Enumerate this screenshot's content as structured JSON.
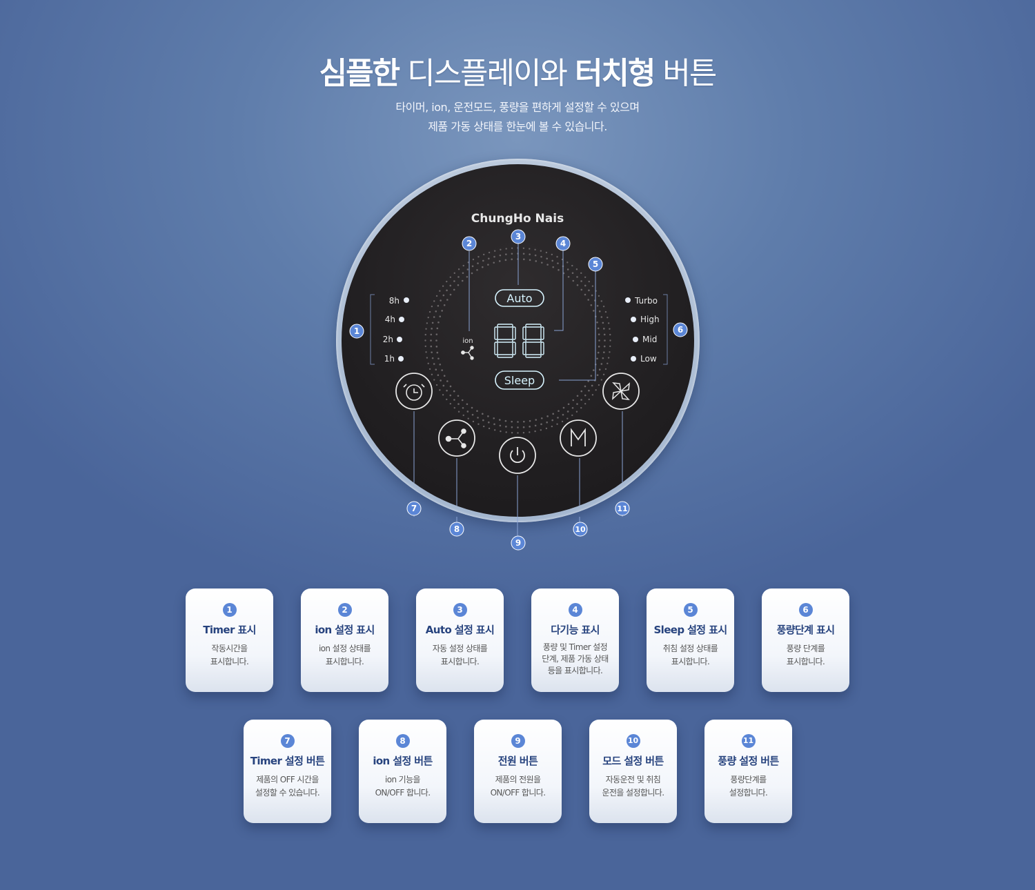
{
  "header": {
    "title_part1": "심플한",
    "title_part2": " 디스플레이와 ",
    "title_part3": "터치형",
    "title_part4": " 버튼",
    "subtitle_line1": "타이머, ion, 운전모드, 풍량을 편하게 설정할 수 있으며",
    "subtitle_line2": "제품 가동 상태를 한눈에 볼 수 있습니다."
  },
  "panel": {
    "brand": "ChungHo Nais",
    "timer_labels": [
      "8h",
      "4h",
      "2h",
      "1h"
    ],
    "fan_labels": [
      "Turbo",
      "High",
      "Mid",
      "Low"
    ],
    "ion_label": "ion",
    "auto_label": "Auto",
    "sleep_label": "Sleep",
    "display_digits": "88",
    "markers": [
      "1",
      "2",
      "3",
      "4",
      "5",
      "6",
      "7",
      "8",
      "9",
      "10",
      "11"
    ]
  },
  "colors": {
    "accent_blue": "#5b86d6",
    "title_blue": "#27437e",
    "led_cyan": "#d7f4ff"
  },
  "cards": [
    {
      "num": "1",
      "title": "Timer 표시",
      "desc1": "작동시간을",
      "desc2": "표시합니다.",
      "desc3": ""
    },
    {
      "num": "2",
      "title": "ion 설정 표시",
      "desc1": "ion 설정 상태를",
      "desc2": "표시합니다.",
      "desc3": ""
    },
    {
      "num": "3",
      "title": "Auto 설정 표시",
      "desc1": "자동 설정 상태를",
      "desc2": "표시합니다.",
      "desc3": ""
    },
    {
      "num": "4",
      "title": "다기능 표시",
      "desc1": "풍량 및 Timer 설정",
      "desc2": "단계, 제품 가동 상태",
      "desc3": "등을 표시합니다."
    },
    {
      "num": "5",
      "title": "Sleep 설정 표시",
      "desc1": "취침 설정 상태를",
      "desc2": "표시합니다.",
      "desc3": ""
    },
    {
      "num": "6",
      "title": "풍량단계 표시",
      "desc1": "풍량 단계를",
      "desc2": "표시합니다.",
      "desc3": ""
    },
    {
      "num": "7",
      "title": "Timer 설정 버튼",
      "desc1": "제품의 OFF 시간을",
      "desc2": "설정할 수 있습니다.",
      "desc3": ""
    },
    {
      "num": "8",
      "title": "ion 설정 버튼",
      "desc1": "ion 기능을",
      "desc2": "ON/OFF 합니다.",
      "desc3": ""
    },
    {
      "num": "9",
      "title": "전원 버튼",
      "desc1": "제품의 전원을",
      "desc2": "ON/OFF 합니다.",
      "desc3": ""
    },
    {
      "num": "10",
      "title": "모드 설정 버튼",
      "desc1": "자동운전 및 취침",
      "desc2": "운전을 설정합니다.",
      "desc3": ""
    },
    {
      "num": "11",
      "title": "풍량 설정 버튼",
      "desc1": "풍량단계를",
      "desc2": "설정합니다.",
      "desc3": ""
    }
  ]
}
